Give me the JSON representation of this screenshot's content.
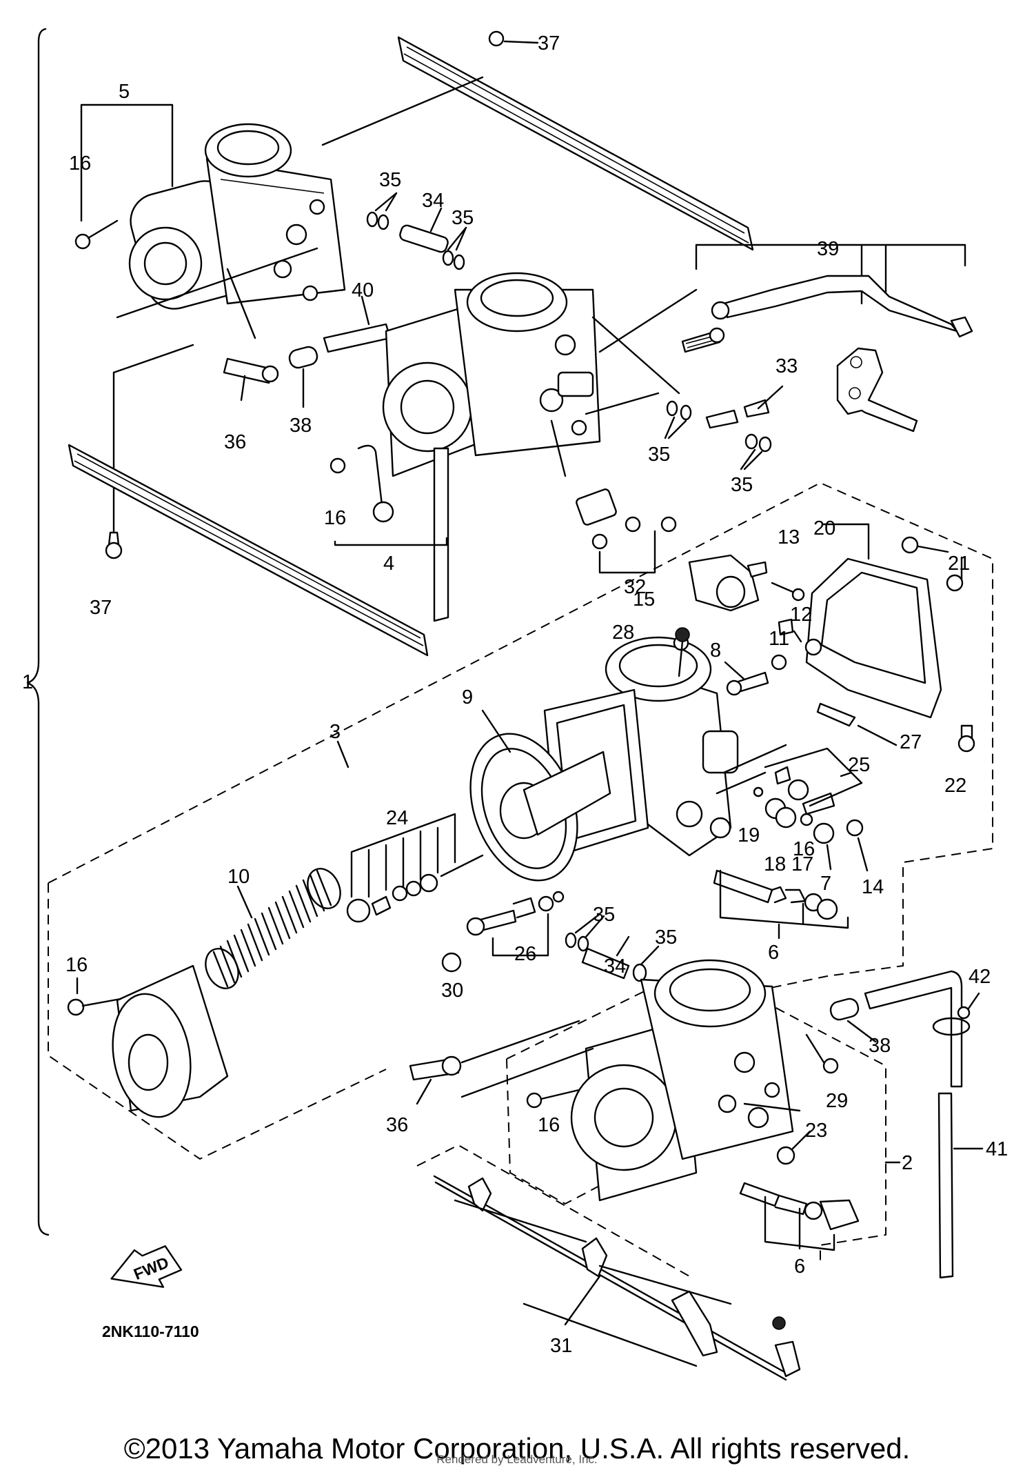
{
  "diagram": {
    "drawing_code": "2NK110-7110",
    "fwd_label": "FWD",
    "copyright": "©2013 Yamaha Motor Corporation, U.S.A. All rights reserved.",
    "credit": "Rendered by Leadventure, Inc.",
    "callouts": [
      "1",
      "2",
      "3",
      "4",
      "5",
      "6",
      "6",
      "7",
      "8",
      "9",
      "10",
      "11",
      "12",
      "13",
      "14",
      "15",
      "16",
      "16",
      "16",
      "16",
      "16",
      "17",
      "18",
      "19",
      "20",
      "21",
      "22",
      "23",
      "24",
      "25",
      "26",
      "27",
      "28",
      "29",
      "30",
      "31",
      "32",
      "33",
      "34",
      "34",
      "35",
      "35",
      "35",
      "35",
      "35",
      "35",
      "36",
      "36",
      "37",
      "37",
      "38",
      "38",
      "39",
      "40",
      "41",
      "42"
    ]
  }
}
